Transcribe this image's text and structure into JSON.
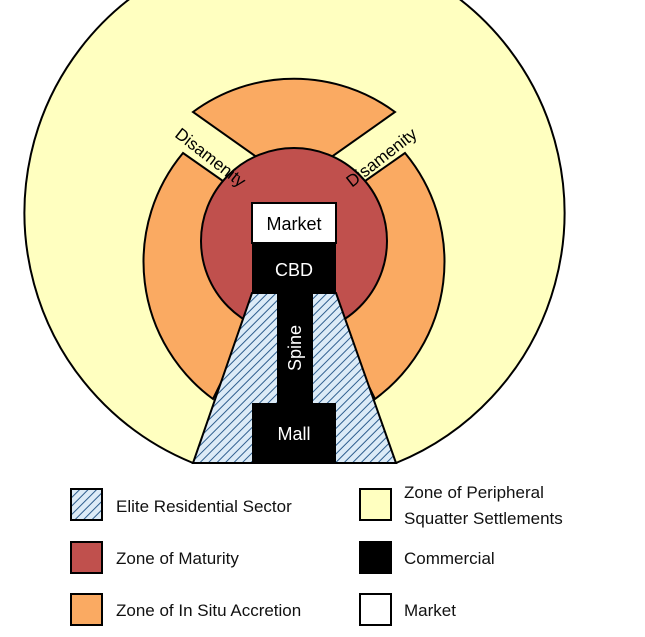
{
  "diagram": {
    "labels": {
      "market": "Market",
      "cbd": "CBD",
      "spine": "Spine",
      "mall": "Mall",
      "disamenity_left": "Disamenity",
      "disamenity_right": "Disamenity"
    },
    "colors": {
      "peripheral": "#FFFFC0",
      "accretion": "#FAAA62",
      "maturity": "#C0504D",
      "commercial": "#000000",
      "market": "#FFFFFF",
      "elite_hatch_bg": "#DCEBF7",
      "elite_hatch_line": "#2E5E8E"
    }
  },
  "legend": {
    "elite": "Elite Residential Sector",
    "maturity": "Zone of Maturity",
    "accretion": "Zone of In Situ Accretion",
    "peripheral_line1": "Zone of Peripheral",
    "peripheral_line2": "Squatter Settlements",
    "commercial": "Commercial",
    "market": "Market"
  }
}
